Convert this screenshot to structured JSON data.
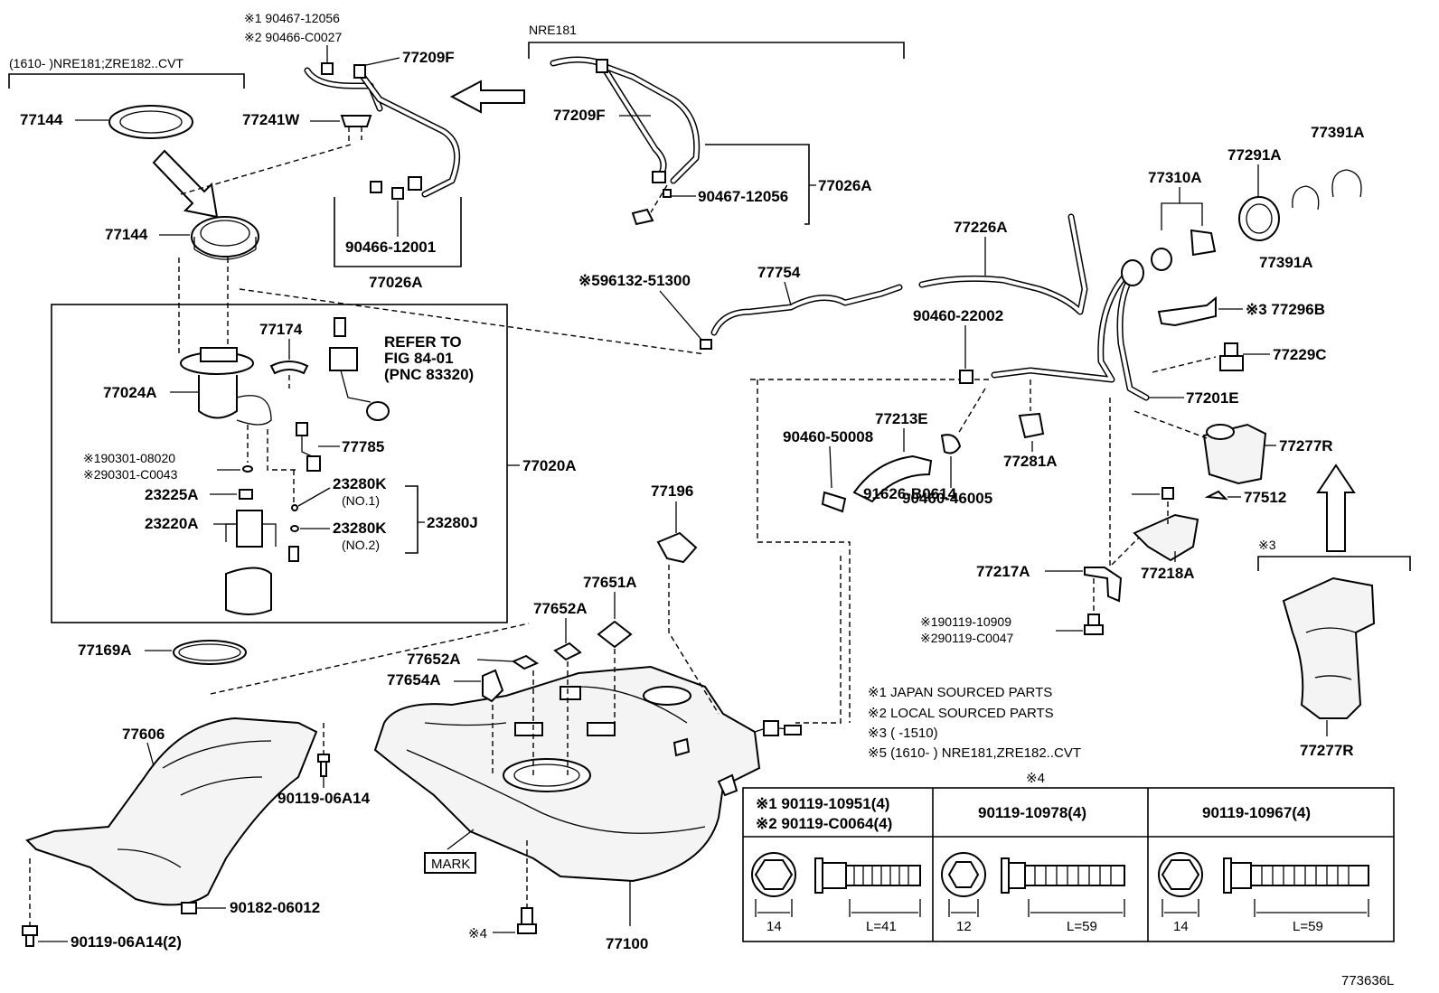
{
  "diagram_code": "773636L",
  "groups": {
    "g1610_nre": "(1610-    )NRE181;ZRE182..CVT",
    "nre181": "NRE181",
    "x3": "※3",
    "x4": "※4"
  },
  "notes": [
    "※1 JAPAN SOURCED PARTS",
    "※2 LOCAL SOURCED PARTS",
    "※3 (        -1510)",
    "※5 (1610-        ) NRE181,ZRE182..CVT"
  ],
  "refer": [
    "REFER TO",
    "FIG 84-01",
    "(PNC 83320)"
  ],
  "labels": {
    "l77144a": "77144",
    "l77144b": "77144",
    "l_x1_top": "※1 90467-12056",
    "l_x2_top": "※2 90466-C0027",
    "l77209f_a": "77209F",
    "l77241w": "77241W",
    "l90466": "90466-12001",
    "l77026a_a": "77026A",
    "l77209f_b": "77209F",
    "l90467": "90467-12056",
    "l77026a_b": "77026A",
    "l77174": "77174",
    "l77024a": "77024A",
    "l77785": "77785",
    "l77020a": "77020A",
    "l_x1_90301": "※190301-08020",
    "l_x2_90301": "※290301-C0043",
    "l23225a": "23225A",
    "l23280k1": "23280K",
    "l_no1": "(NO.1)",
    "l23220a": "23220A",
    "l23280k2": "23280K",
    "l_no2": "(NO.2)",
    "l23280j": "23280J",
    "l77169a": "77169A",
    "l77606": "77606",
    "l90119_06a14": "90119-06A14",
    "l90182": "90182-06012",
    "l90119_06a14_2": "90119-06A14(2)",
    "l_x5_96132": "※596132-51300",
    "l77754": "77754",
    "l77226a": "77226A",
    "l77196": "77196",
    "l77651a": "77651A",
    "l77652a_a": "77652A",
    "l77652a_b": "77652A",
    "l77654a": "77654A",
    "l_mark": "MARK",
    "l_x4_bolt": "※4",
    "l77100": "77100",
    "l77310a": "77310A",
    "l77291a": "77291A",
    "l77391a_a": "77391A",
    "l77391a_b": "77391A",
    "l77296b": "※3 77296B",
    "l77229c": "77229C",
    "l90460_22002": "90460-22002",
    "l77201e": "77201E",
    "l77213e": "77213E",
    "l90460_50008": "90460-50008",
    "l77281a": "77281A",
    "l90460_46005": "90460-46005",
    "l77277r_a": "77277R",
    "l91626": "91626-B0614",
    "l77512": "77512",
    "l77217a": "77217A",
    "l77218a": "77218A",
    "l_x1_90119": "※190119-10909",
    "l_x2_90119": "※290119-C0047",
    "l77277r_b": "77277R"
  },
  "bolt_table": {
    "col1_line1": "※1 90119-10951(4)",
    "col1_line2": "※2 90119-C0064(4)",
    "col2": "90119-10978(4)",
    "col3": "90119-10967(4)",
    "dims": [
      {
        "head": "14",
        "length": "L=41"
      },
      {
        "head": "12",
        "length": "L=59"
      },
      {
        "head": "14",
        "length": "L=59"
      }
    ]
  }
}
